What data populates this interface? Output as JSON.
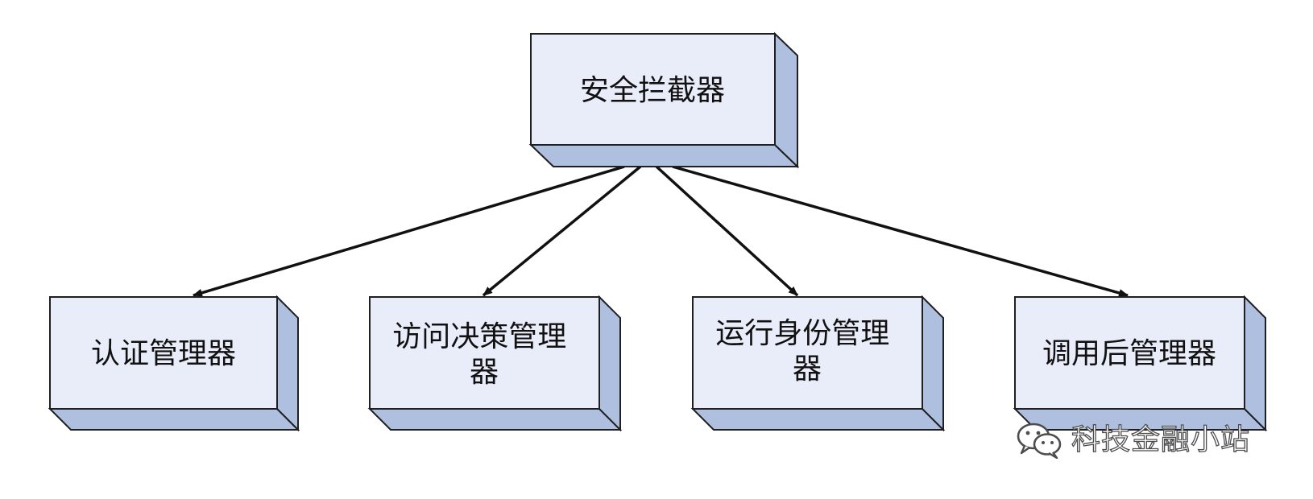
{
  "colors": {
    "box_front": "#e9edf9",
    "box_side": "#aebfe0",
    "box_edge": "#1f1f1f",
    "arrow": "#111111"
  },
  "nodes": {
    "root": {
      "label": "安全拦截器"
    },
    "auth": {
      "label": "认证管理器"
    },
    "access": {
      "label_lines": [
        "访问决策管理",
        "器"
      ]
    },
    "runas": {
      "label_lines": [
        "运行身份管理",
        "器"
      ]
    },
    "after": {
      "label": "调用后管理器"
    }
  },
  "edges": [
    {
      "from": "root",
      "to": "auth"
    },
    {
      "from": "root",
      "to": "access"
    },
    {
      "from": "root",
      "to": "runas"
    },
    {
      "from": "root",
      "to": "after"
    }
  ],
  "watermark": {
    "icon": "wechat-icon",
    "text": "科技金融小站"
  }
}
